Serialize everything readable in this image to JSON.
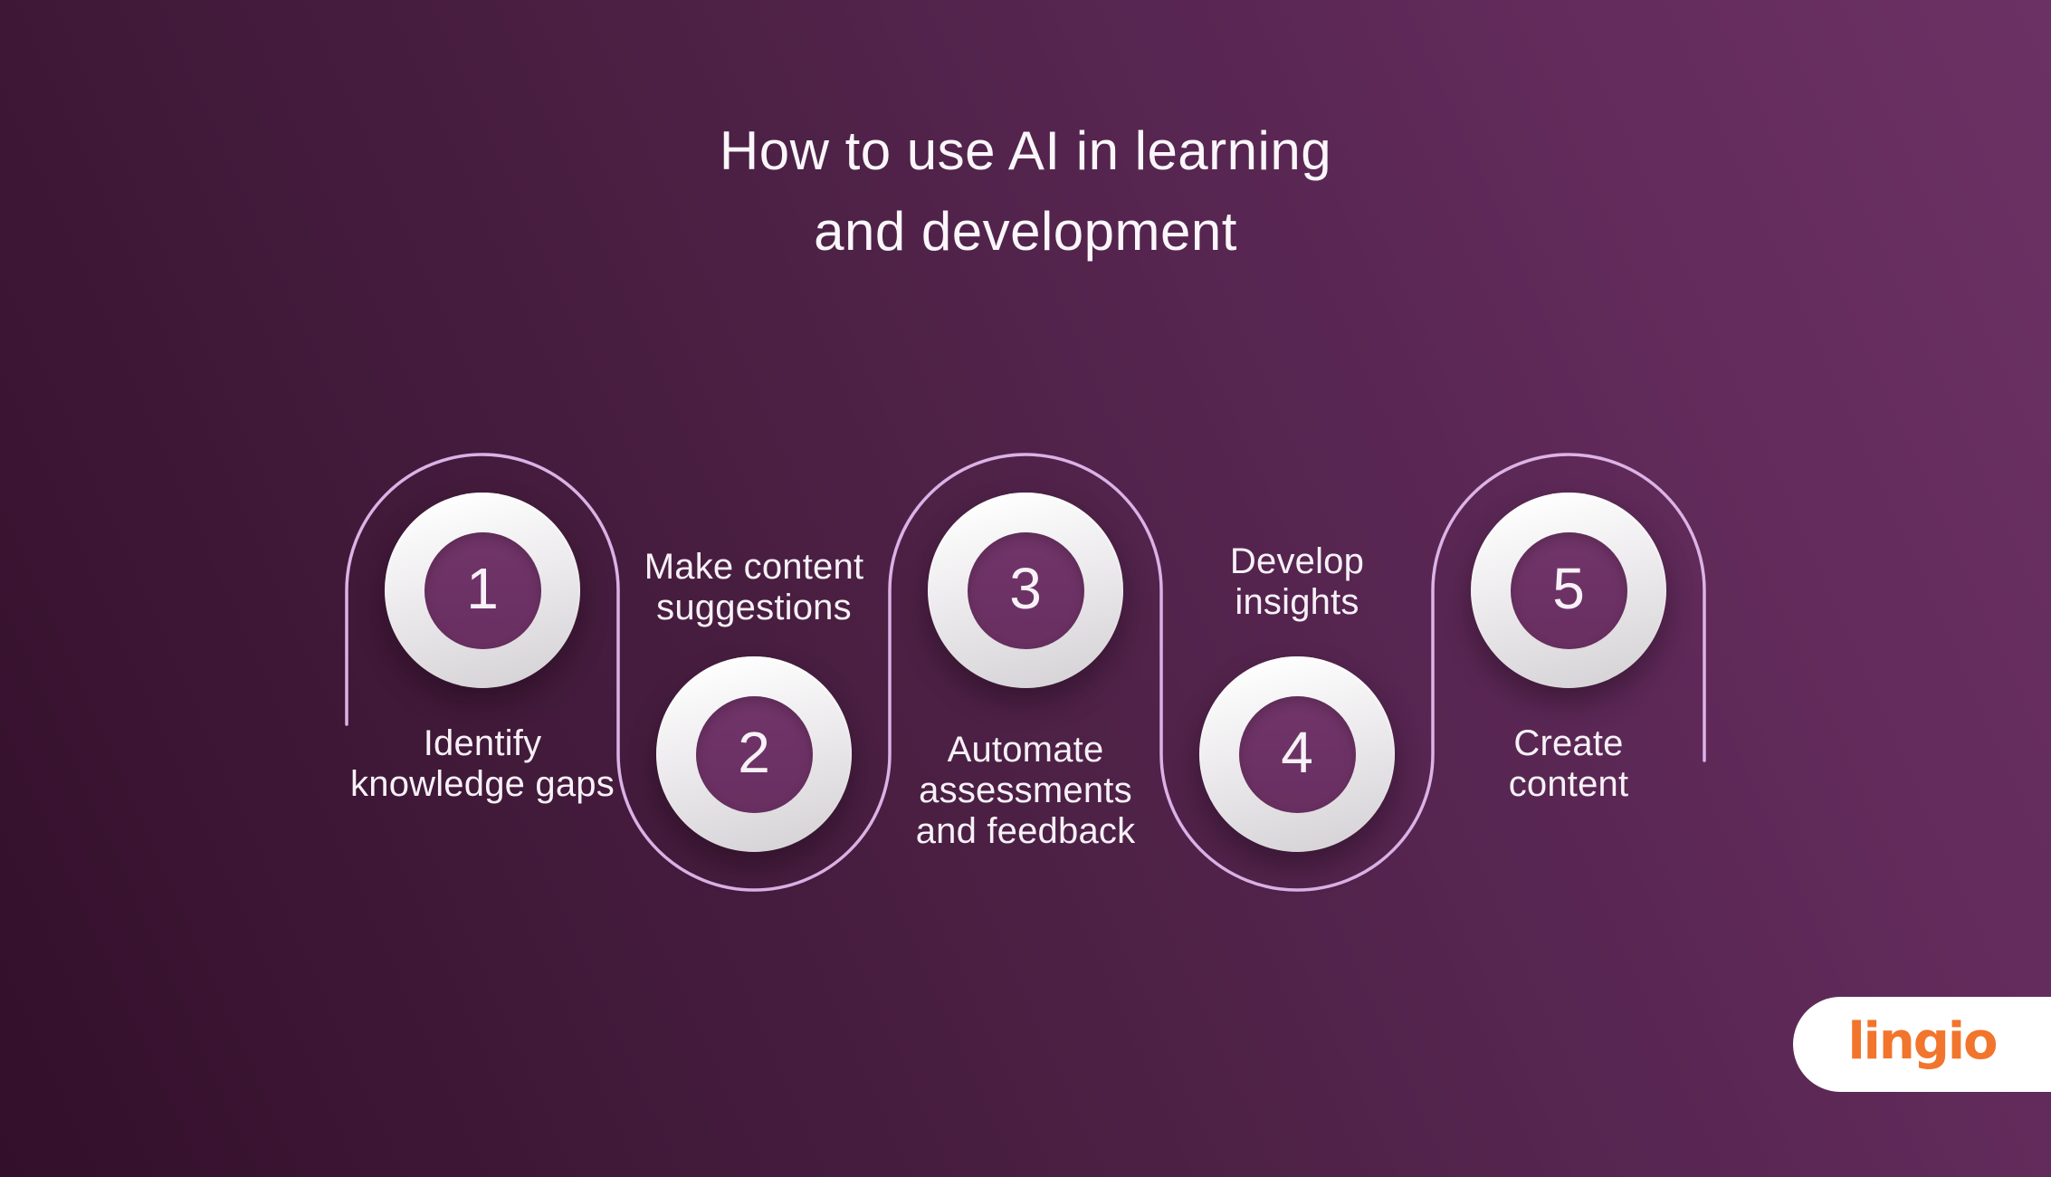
{
  "title": {
    "text": "How to use AI in learning\nand development"
  },
  "steps": [
    {
      "number": "1",
      "label": "Identify\nknowledge gaps",
      "label_position": "below"
    },
    {
      "number": "2",
      "label": "Make content\nsuggestions",
      "label_position": "above"
    },
    {
      "number": "3",
      "label": "Automate\nassessments\nand feedback",
      "label_position": "below"
    },
    {
      "number": "4",
      "label": "Develop\ninsights",
      "label_position": "above"
    },
    {
      "number": "5",
      "label": "Create\ncontent",
      "label_position": "below"
    }
  ],
  "logo": {
    "text": "lingio"
  },
  "colors": {
    "background_dark": "#38122F",
    "background_light": "#6B2F63",
    "step_inner_circle": "#6D3166",
    "step_ring": "#FFFFFF",
    "connector_line": "#E3BAEF",
    "text": "#F7F1F7",
    "logo_orange": "#F1752C",
    "logo_pill": "#FFFFFF"
  }
}
